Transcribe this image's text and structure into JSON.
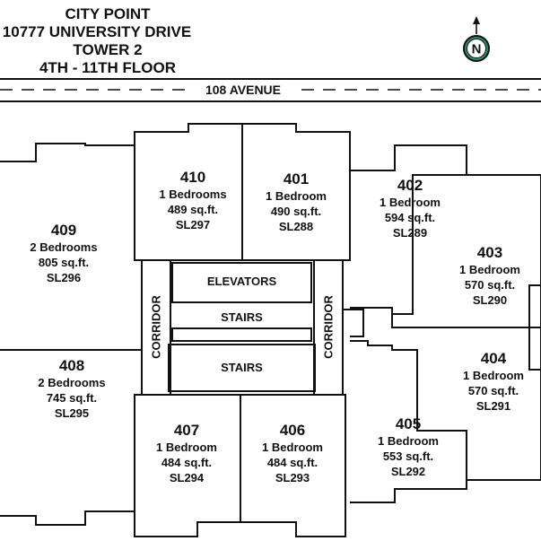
{
  "header": {
    "line1": "CITY POINT",
    "line2": "10777 UNIVERSITY DRIVE",
    "line3": "TOWER 2",
    "line4": "4TH - 11TH FLOOR"
  },
  "street": "108 AVENUE",
  "compass": {
    "letter": "N"
  },
  "common": {
    "elevators": "ELEVATORS",
    "stairs_top": "STAIRS",
    "stairs_bottom": "STAIRS",
    "corridor_left": "CORRIDOR",
    "corridor_right": "CORRIDOR"
  },
  "units": [
    {
      "number": "410",
      "bedrooms": "1 Bedrooms",
      "area": "489 sq.ft.",
      "strata_lot": "SL297"
    },
    {
      "number": "401",
      "bedrooms": "1 Bedroom",
      "area": "490 sq.ft.",
      "strata_lot": "SL288"
    },
    {
      "number": "402",
      "bedrooms": "1 Bedroom",
      "area": "594 sq.ft.",
      "strata_lot": "SL289"
    },
    {
      "number": "403",
      "bedrooms": "1 Bedroom",
      "area": "570 sq.ft.",
      "strata_lot": "SL290"
    },
    {
      "number": "404",
      "bedrooms": "1 Bedroom",
      "area": "570 sq.ft.",
      "strata_lot": "SL291"
    },
    {
      "number": "405",
      "bedrooms": "1 Bedroom",
      "area": "553 sq.ft.",
      "strata_lot": "SL292"
    },
    {
      "number": "406",
      "bedrooms": "1 Bedroom",
      "area": "484 sq.ft.",
      "strata_lot": "SL293"
    },
    {
      "number": "407",
      "bedrooms": "1 Bedroom",
      "area": "484 sq.ft.",
      "strata_lot": "SL294"
    },
    {
      "number": "408",
      "bedrooms": "2 Bedrooms",
      "area": "745 sq.ft.",
      "strata_lot": "SL295"
    },
    {
      "number": "409",
      "bedrooms": "2 Bedrooms",
      "area": "805 sq.ft.",
      "strata_lot": "SL296"
    }
  ]
}
